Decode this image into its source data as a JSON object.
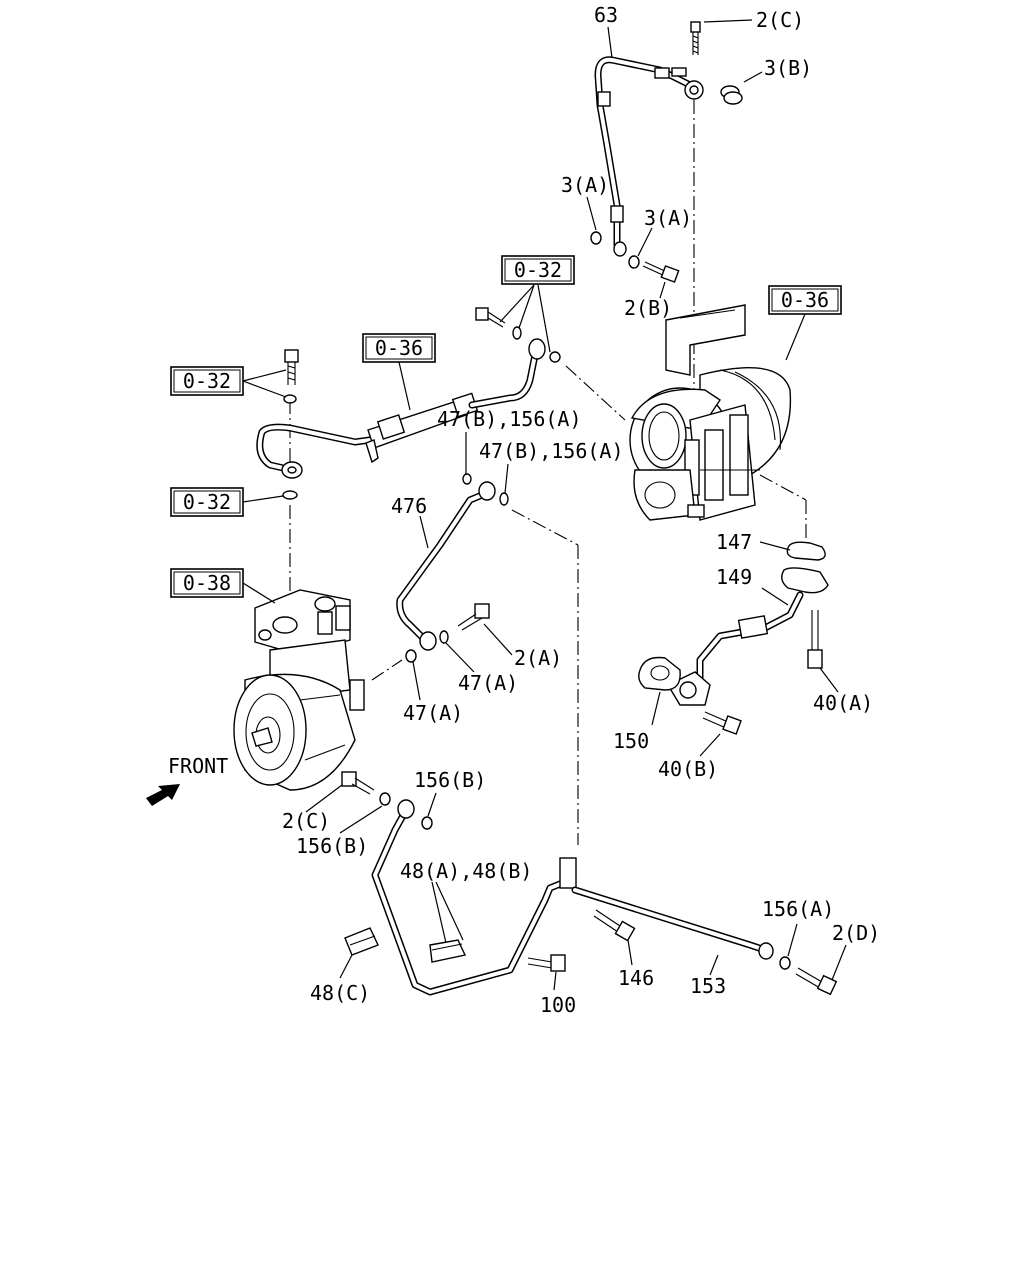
{
  "diagram": {
    "front_label": "FRONT",
    "ref_boxes": [
      "0-32",
      "0-36",
      "0-32",
      "0-36",
      "0-32",
      "0-38"
    ],
    "callouts": [
      "63",
      "2(C)",
      "3(B)",
      "3(A)",
      "3(A)",
      "2(B)",
      "47(B),156(A)",
      "47(B),156(A)",
      "476",
      "147",
      "149",
      "2(A)",
      "47(A)",
      "47(A)",
      "40(A)",
      "150",
      "40(B)",
      "2(C)",
      "156(B)",
      "156(B)",
      "48(A),48(B)",
      "156(A)",
      "2(D)",
      "48(C)",
      "100",
      "146",
      "153"
    ]
  }
}
